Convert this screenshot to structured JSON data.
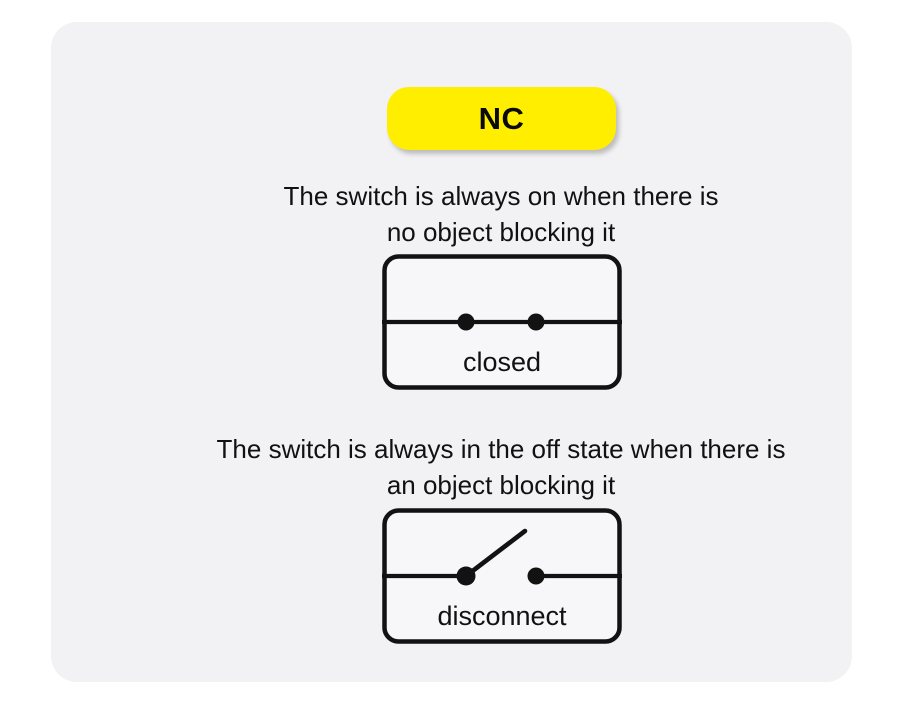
{
  "card": {
    "background_color": "#f2f1f3"
  },
  "badge": {
    "label": "NC",
    "background_color": "#ffee00",
    "text_color": "#0a0a0a"
  },
  "sections": [
    {
      "caption": "The switch is always on when there is\nno object blocking it",
      "figure": {
        "state_label": "closed",
        "contact_state": "closed",
        "stroke_color": "#121212"
      }
    },
    {
      "caption": "The switch is always in the off state when there is\nan object blocking it",
      "figure": {
        "state_label": "disconnect",
        "contact_state": "open",
        "stroke_color": "#121212"
      }
    }
  ]
}
